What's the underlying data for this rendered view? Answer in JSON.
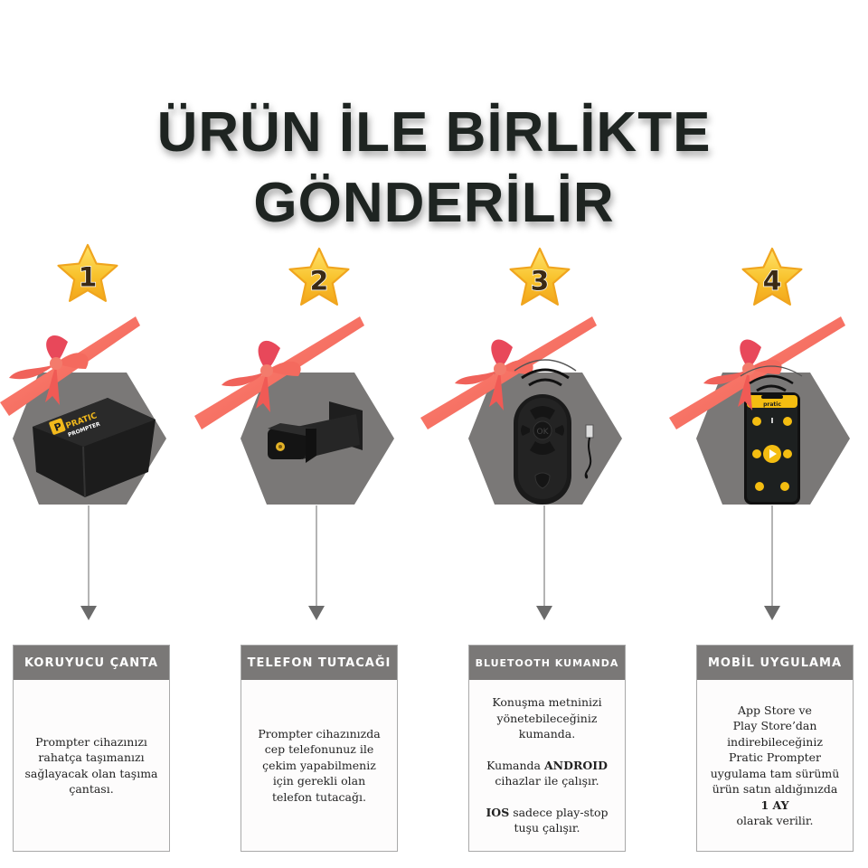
{
  "title": {
    "line1": "ÜRÜN İLE BİRLİKTE",
    "line2": "GÖNDERİLİR",
    "color": "#1e2421"
  },
  "colors": {
    "hexagon": "#7a7877",
    "card_header": "#7a7877",
    "ribbon": "#f2695e",
    "star": "#f7c531",
    "connector_arrow": "#6b6b6b"
  },
  "items": [
    {
      "number": "1",
      "product_image": "carrying-bag",
      "bag_brand_line1": "PRATIC",
      "bag_brand_line2": "PROMPTER",
      "heading": "KORUYUCU ÇANTA",
      "text": "Prompter cihazınızı rahatça taşımanızı sağlayacak olan taşıma çantası."
    },
    {
      "number": "2",
      "product_image": "phone-holder",
      "heading": "TELEFON TUTACAĞI",
      "text": "Prompter cihazınızda cep telefonunuz ile çekim yapabilmeniz için gerekli olan telefon tutacağı."
    },
    {
      "number": "3",
      "product_image": "bluetooth-remote",
      "remote_ok_label": "OK",
      "heading": "BLUETOOTH KUMANDA",
      "para1": "Konuşma metninizi yönetebileceğiniz kumanda.",
      "para2_prefix": "Kumanda ",
      "para2_bold": "ANDROID",
      "para2_suffix": " cihazlar ile çalışır.",
      "para3_bold": "IOS",
      "para3_suffix": " sadece play-stop tuşu çalışır."
    },
    {
      "number": "4",
      "product_image": "mobile-app-phone",
      "app_header": "pratic",
      "heading": "MOBİL UYGULAMA",
      "line1": "App Store ve",
      "line2": "Play Store’dan",
      "line3": "indirebileceğiniz",
      "line4": "Pratic Prompter",
      "line5": "uygulama tam sürümü",
      "line6": "ürün satın aldığınızda",
      "line7_bold": "1 AY",
      "line8": "olarak verilir."
    }
  ]
}
